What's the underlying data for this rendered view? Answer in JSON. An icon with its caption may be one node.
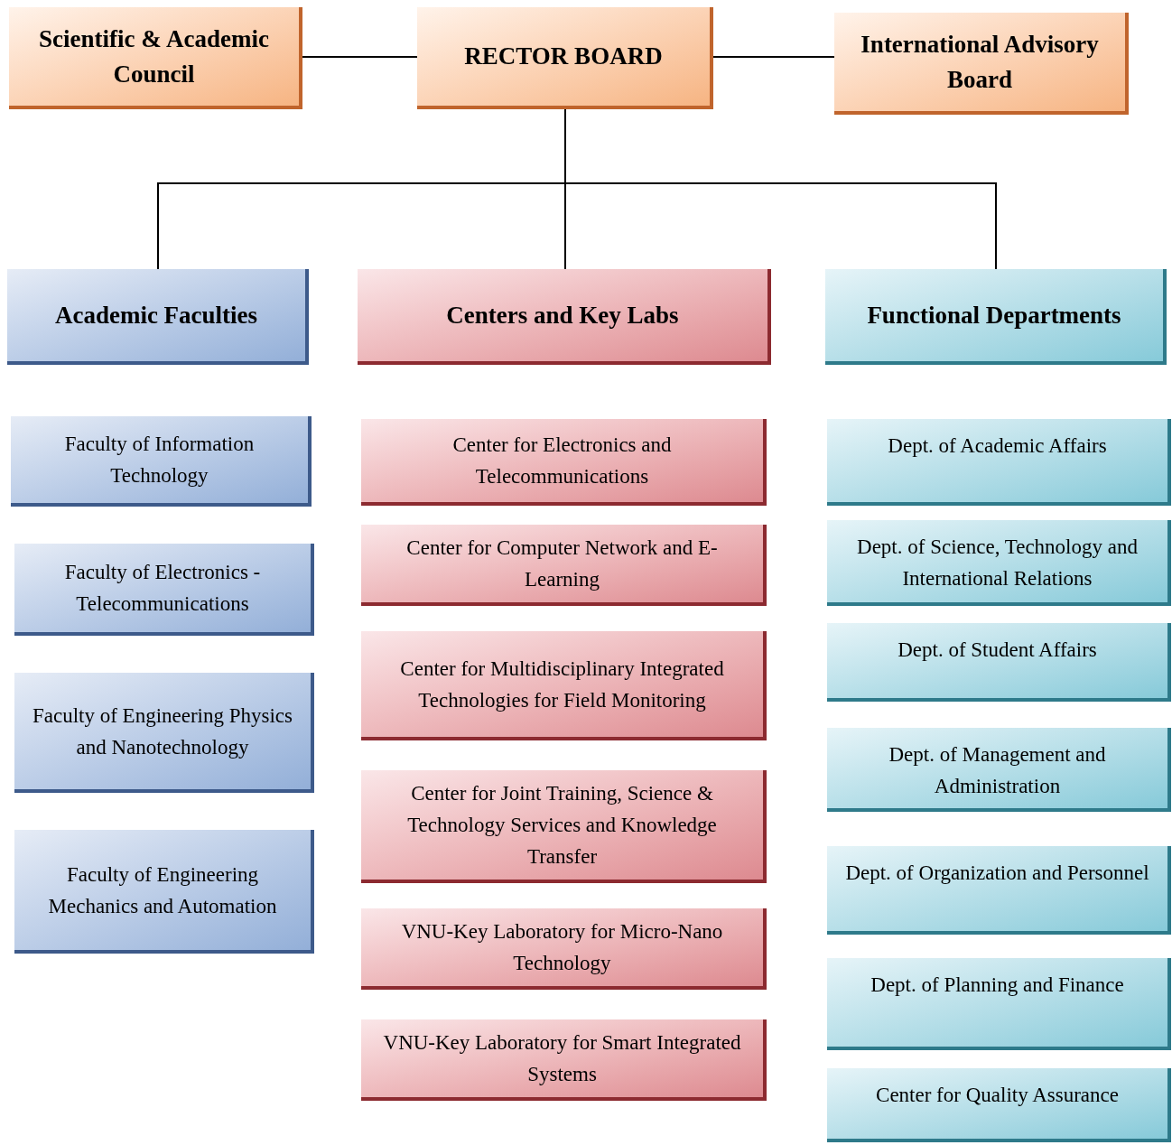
{
  "diagram": {
    "nodes": [
      {
        "text": [
          "Scientific & Academic Council"
        ]
      },
      {
        "text": [
          "RECTOR BOARD"
        ]
      },
      {
        "text": [
          "International Advisory Board"
        ]
      },
      {
        "text": [
          "Academic Faculties"
        ]
      },
      {
        "text": [
          "Centers and Key Labs"
        ]
      },
      {
        "text": [
          "Functional Departments"
        ]
      },
      {
        "text": [
          "Faculty of Information Technology"
        ]
      },
      {
        "text": [
          "Faculty of Electronics - Telecommunications"
        ]
      },
      {
        "text": [
          "Faculty of Engineering Physics and Nanotechnology"
        ]
      },
      {
        "text": [
          "Faculty of Engineering Mechanics and Automation"
        ]
      },
      {
        "text": [
          "Center for Electronics and Telecommunications"
        ]
      },
      {
        "text": [
          "Center for Computer Network and E-Learning"
        ]
      },
      {
        "text": [
          "Center for Multidisciplinary Integrated Technologies for Field Monitoring"
        ]
      },
      {
        "text": [
          "Center for Joint Training, Science & Technology Services and Knowledge Transfer"
        ]
      },
      {
        "text": [
          "VNU-Key Laboratory for Micro-Nano Technology"
        ]
      },
      {
        "text": [
          "VNU-Key Laboratory for Smart Integrated Systems"
        ]
      },
      {
        "text": [
          "Dept. of Academic Affairs"
        ]
      },
      {
        "text": [
          "Dept. of Science, Technology and International Relations"
        ]
      },
      {
        "text": [
          "Dept. of Student Affairs"
        ]
      },
      {
        "text": [
          "Dept. of Management and Administration"
        ]
      },
      {
        "text": [
          "Dept. of Organization and Personnel"
        ]
      },
      {
        "text": [
          "Dept. of Planning and Finance"
        ]
      },
      {
        "text": [
          "Center for Quality Assurance"
        ]
      }
    ],
    "edges": [
      {
        "from": 0,
        "to": 1,
        "arrow": "none"
      },
      {
        "from": 1,
        "to": 2,
        "arrow": "none"
      },
      {
        "from": 1,
        "to": 3,
        "arrow": "none"
      },
      {
        "from": 1,
        "to": 4,
        "arrow": "none"
      },
      {
        "from": 1,
        "to": 5,
        "arrow": "none"
      }
    ]
  }
}
